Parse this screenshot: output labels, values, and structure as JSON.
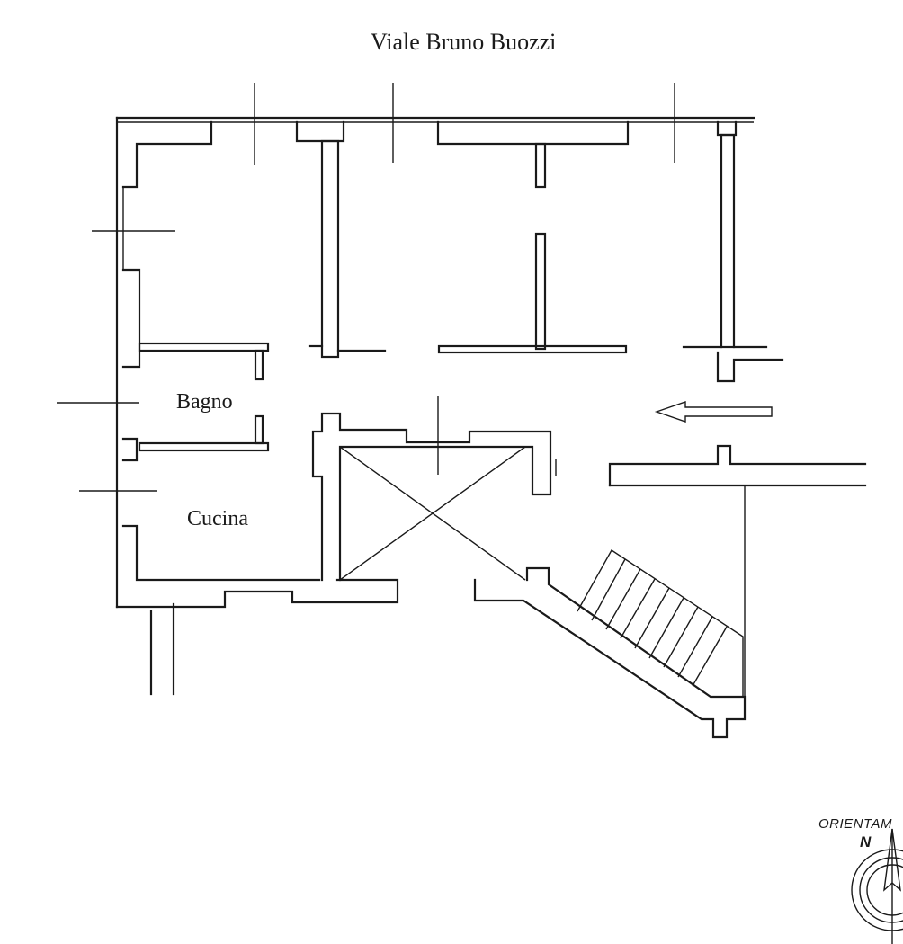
{
  "street_name": "Viale Bruno Buozzi",
  "rooms": {
    "bagno": "Bagno",
    "cucina": "Cucina"
  },
  "orientation": {
    "label": "ORIENTAM",
    "north": "N"
  },
  "icons": {
    "entrance": "arrow-left-icon",
    "compass": "compass-icon",
    "stairs": "staircase-icon"
  },
  "colors": {
    "ink": "#1a1a1a",
    "paper": "#ffffff"
  }
}
